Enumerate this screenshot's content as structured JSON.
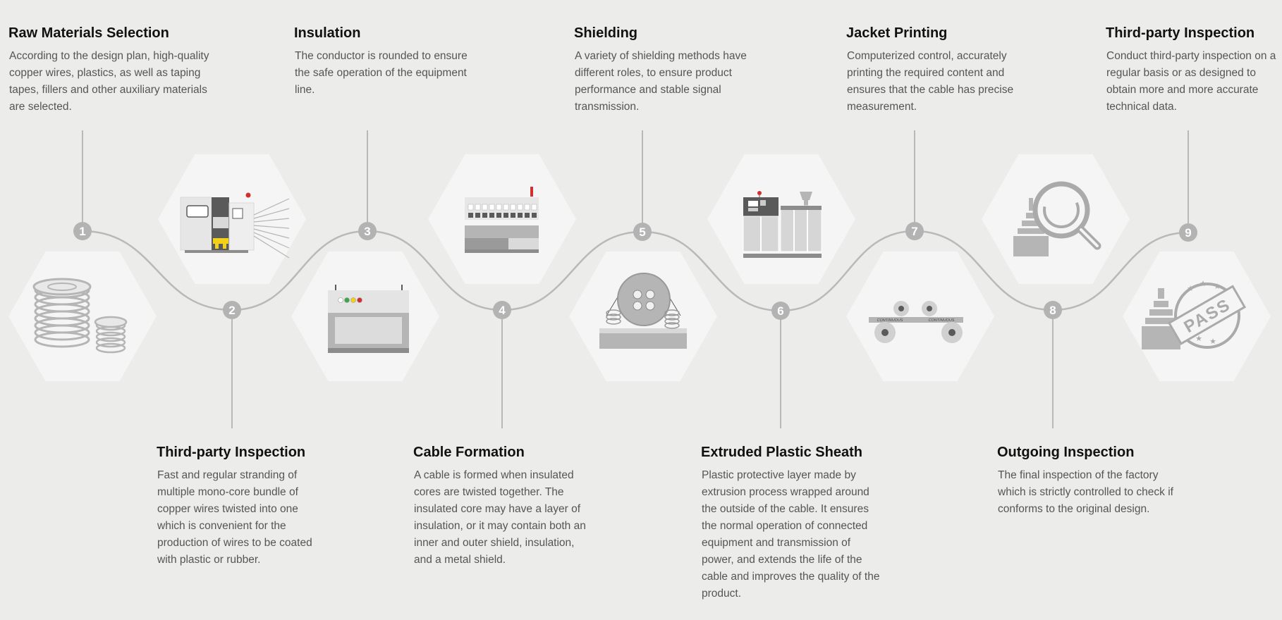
{
  "colors": {
    "background": "#ececeb",
    "hexagon": "#f4f5f4",
    "line": "#b9b9b9",
    "marker": "#b3b3b3",
    "accent_red": "#d32f2f",
    "accent_yellow": "#f5d018",
    "accent_green": "#39a845"
  },
  "steps": [
    {
      "number": "1",
      "title": "Raw Materials Selection",
      "description": "According to the design plan, high-quality copper wires, plastics, as well as taping tapes, fillers and other auxiliary materials are selected.",
      "icon": "wire-spools-icon"
    },
    {
      "number": "2",
      "title": "Third-party Inspection",
      "description": "Fast and regular stranding of multiple mono-core bundle of copper wires twisted into one which is convenient for the production of wires to be coated with plastic or rubber.",
      "icon": "stranding-machine-icon"
    },
    {
      "number": "3",
      "title": "Insulation",
      "description": "The conductor is rounded to ensure the safe operation of the equipment line.",
      "icon": "insulation-machine-icon"
    },
    {
      "number": "4",
      "title": "Cable Formation",
      "description": "A cable is formed when insulated cores are twisted together. The insulated core may have a layer of insulation, or it may contain both an inner and outer shield, insulation, and a metal shield.",
      "icon": "control-cabinet-icon"
    },
    {
      "number": "5",
      "title": "Shielding",
      "description": "A variety of shielding methods have different roles, to ensure product performance and stable signal transmission.",
      "icon": "shielding-machine-icon"
    },
    {
      "number": "6",
      "title": "Extruded Plastic Sheath",
      "description": "Plastic protective layer made by extrusion process wrapped around the outside of the cable. It ensures the normal operation of connected equipment and transmission of power, and extends the life of the cable and improves the quality of the product.",
      "icon": "extruder-machine-icon"
    },
    {
      "number": "7",
      "title": "Jacket Printing",
      "description": "Computerized control, accurately printing the required content and ensures that the cable has precise measurement.",
      "icon": "printing-rollers-icon"
    },
    {
      "number": "8",
      "title": "Outgoing Inspection",
      "description": "The final inspection of the factory which is strictly controlled to check if conforms to the original design.",
      "icon": "magnifier-inspection-icon"
    },
    {
      "number": "9",
      "title": "Third-party Inspection",
      "description": "Conduct third-party inspection on a regular basis or as designed to obtain more and more accurate technical data.",
      "icon": "pass-stamp-icon"
    }
  ],
  "icon_labels": {
    "pass_stamp": "PASS",
    "roller_left": "CONTINUOUS",
    "roller_right": "CONTINUOUS"
  }
}
